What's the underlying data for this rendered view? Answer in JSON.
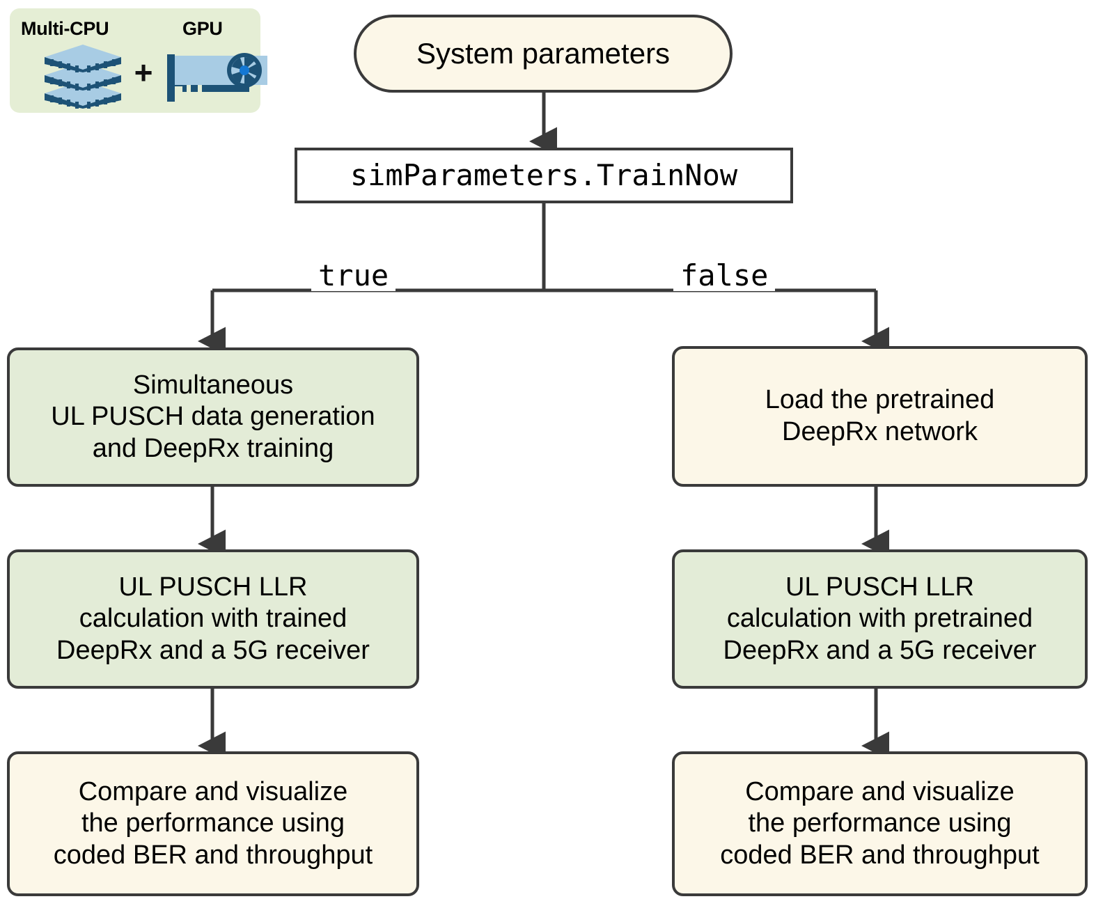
{
  "legend": {
    "name": "hardware-legend",
    "labels": {
      "cpu": "Multi-CPU",
      "gpu": "GPU"
    },
    "plus": "+",
    "icons": {
      "cpu": "cpu-stack-icon",
      "gpu": "gpu-card-icon"
    },
    "colors": {
      "background": "#e5eed5",
      "icon_light": "#a8cce4",
      "icon_dark": "#1d5276",
      "fan_hub": "#1478d4"
    }
  },
  "flowchart": {
    "type": "flowchart",
    "nodes": [
      {
        "id": "system-parameters",
        "label": "System parameters",
        "shape": "stadium",
        "fill": "#fcf7e8"
      },
      {
        "id": "train-now",
        "label": "simParameters.TrainNow",
        "shape": "rectangle",
        "fill": "#ffffff",
        "font": "monospace"
      },
      {
        "id": "sim-train",
        "label": "Simultaneous\nUL PUSCH data generation\nand DeepRx training",
        "shape": "rounded",
        "fill": "#e3ecd7"
      },
      {
        "id": "llr-trained",
        "label": "UL PUSCH LLR\ncalculation with trained\nDeepRx and a 5G receiver",
        "shape": "rounded",
        "fill": "#e3ecd7"
      },
      {
        "id": "compare-left",
        "label": "Compare and visualize\nthe performance using\ncoded BER and throughput",
        "shape": "rounded",
        "fill": "#fcf7e8"
      },
      {
        "id": "load-pretrained",
        "label": "Load the pretrained\nDeepRx network",
        "shape": "rounded",
        "fill": "#fcf7e8"
      },
      {
        "id": "llr-pretrained",
        "label": "UL PUSCH LLR\ncalculation with pretrained\nDeepRx and a 5G receiver",
        "shape": "rounded",
        "fill": "#e3ecd7"
      },
      {
        "id": "compare-right",
        "label": "Compare and visualize\nthe performance using\ncoded BER and throughput",
        "shape": "rounded",
        "fill": "#fcf7e8"
      }
    ],
    "edges": [
      {
        "from": "system-parameters",
        "to": "train-now",
        "label": ""
      },
      {
        "from": "train-now",
        "to": "sim-train",
        "label": "true"
      },
      {
        "from": "train-now",
        "to": "load-pretrained",
        "label": "false"
      },
      {
        "from": "sim-train",
        "to": "llr-trained",
        "label": ""
      },
      {
        "from": "llr-trained",
        "to": "compare-left",
        "label": ""
      },
      {
        "from": "load-pretrained",
        "to": "llr-pretrained",
        "label": ""
      },
      {
        "from": "llr-pretrained",
        "to": "compare-right",
        "label": ""
      }
    ],
    "branch_labels": {
      "true": "true",
      "false": "false"
    },
    "colors": {
      "border": "#3a3a3a",
      "cream": "#fcf7e8",
      "green": "#e3ecd7",
      "white": "#ffffff",
      "arrow": "#3a3a3a"
    }
  }
}
